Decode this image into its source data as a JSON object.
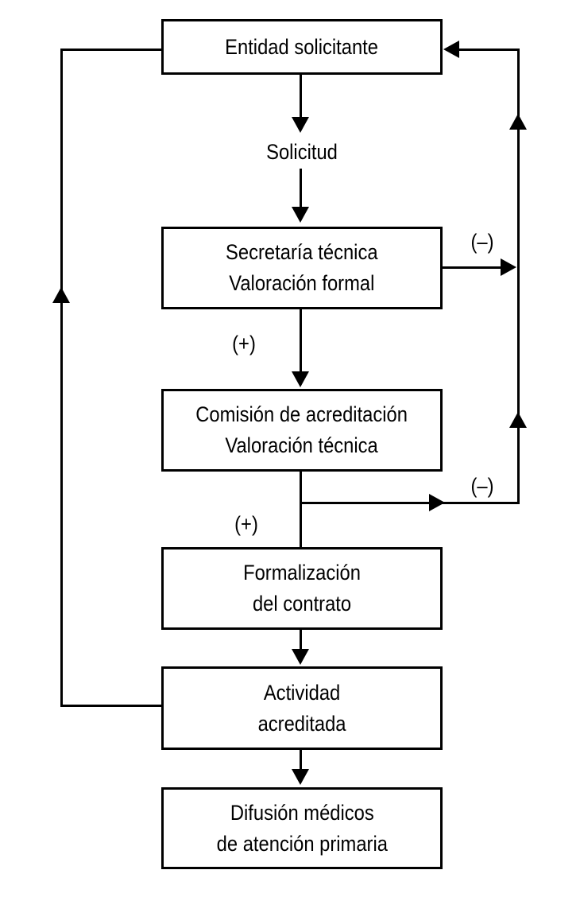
{
  "nodes": {
    "entidad": {
      "label": "Entidad solicitante"
    },
    "secretaria": {
      "label": "Secretaría técnica\nValoración formal"
    },
    "comision": {
      "label": "Comisión de acreditación\nValoración técnica"
    },
    "formalizacion": {
      "label": "Formalización\ndel contrato"
    },
    "actividad": {
      "label": "Actividad\nacreditada"
    },
    "difusion": {
      "label": "Difusión médicos\nde atención primaria"
    }
  },
  "edge_labels": {
    "solicitud": "Solicitud",
    "positive_1": "(+)",
    "positive_2": "(+)",
    "negative_1": "(–)",
    "negative_2": "(–)"
  },
  "colors": {
    "background": "#ffffff",
    "line": "#000000",
    "text": "#000000"
  }
}
